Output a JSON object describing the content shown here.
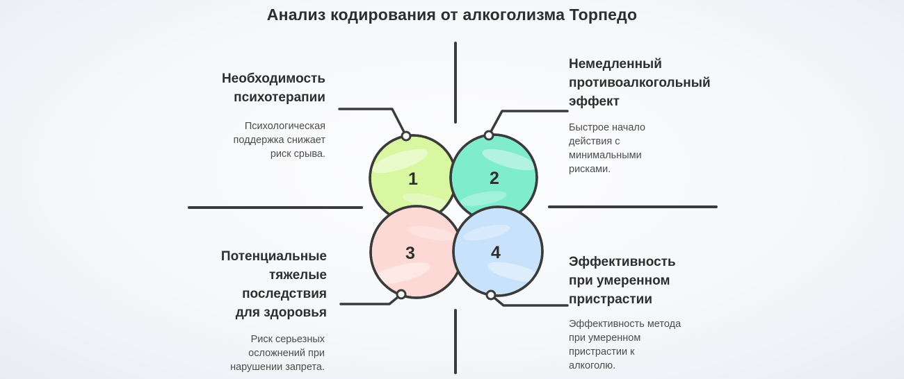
{
  "title": "Анализ кодирования от алкоголизма Торпедо",
  "style": {
    "line_color": "#3b3b3b",
    "number_color": "#2e2e2e",
    "background_center": "#fdfdfe",
    "background_edge": "#e9edf3"
  },
  "quadrants": [
    {
      "number": "1",
      "heading": "Необходимость психотерапии",
      "description": "Психологическая поддержка снижает риск срыва.",
      "color": "#d9f7a1"
    },
    {
      "number": "2",
      "heading": "Немедленный противоалкогольный эффект",
      "description": "Быстрое начало действия с минимальными рисками.",
      "color": "#7feccb"
    },
    {
      "number": "3",
      "heading": "Потенциальные тяжелые последствия для здоровья",
      "description": "Риск серьезных осложнений при нарушении запрета.",
      "color": "#fcd9d4"
    },
    {
      "number": "4",
      "heading": "Эффективность при умеренном пристрастии",
      "description": "Эффективность метода при умеренном пристрастии к алкоголю.",
      "color": "#c9e2fb"
    }
  ]
}
